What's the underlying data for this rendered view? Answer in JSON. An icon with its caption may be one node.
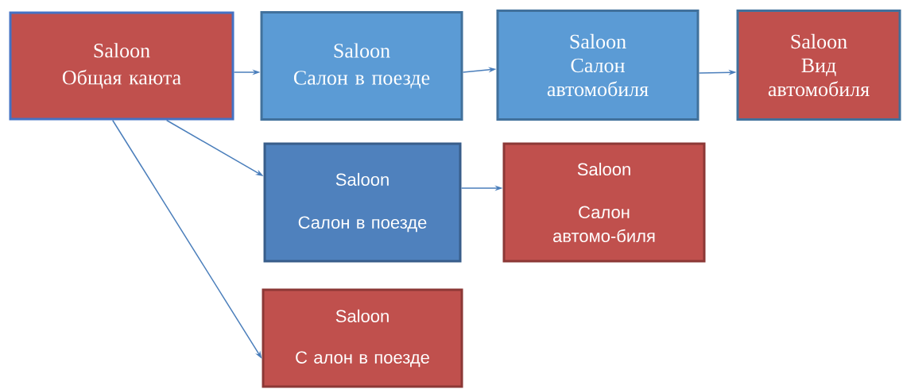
{
  "diagram": {
    "nodes": [
      {
        "text": [
          "Saloon",
          "Общая каюта"
        ]
      },
      {
        "text": [
          "Saloon",
          "Салон в поезде"
        ]
      },
      {
        "text": [
          "Saloon",
          "Салон автомобиля"
        ]
      },
      {
        "text": [
          "Saloon",
          "Вид автомобиля"
        ]
      },
      {
        "text": [
          "Saloon",
          "Салон в поезде"
        ]
      },
      {
        "text": [
          "Saloon",
          "Салон автомо-биля"
        ]
      },
      {
        "text": [
          "Saloon",
          "С алон в поезде"
        ]
      }
    ],
    "edges": [
      {
        "from": 0,
        "to": 1,
        "arrow": "to"
      },
      {
        "from": 1,
        "to": 2,
        "arrow": "to"
      },
      {
        "from": 2,
        "to": 3,
        "arrow": "to"
      },
      {
        "from": 0,
        "to": 4,
        "arrow": "to"
      },
      {
        "from": 4,
        "to": 5,
        "arrow": "to"
      },
      {
        "from": 0,
        "to": 6,
        "arrow": "to"
      }
    ]
  }
}
